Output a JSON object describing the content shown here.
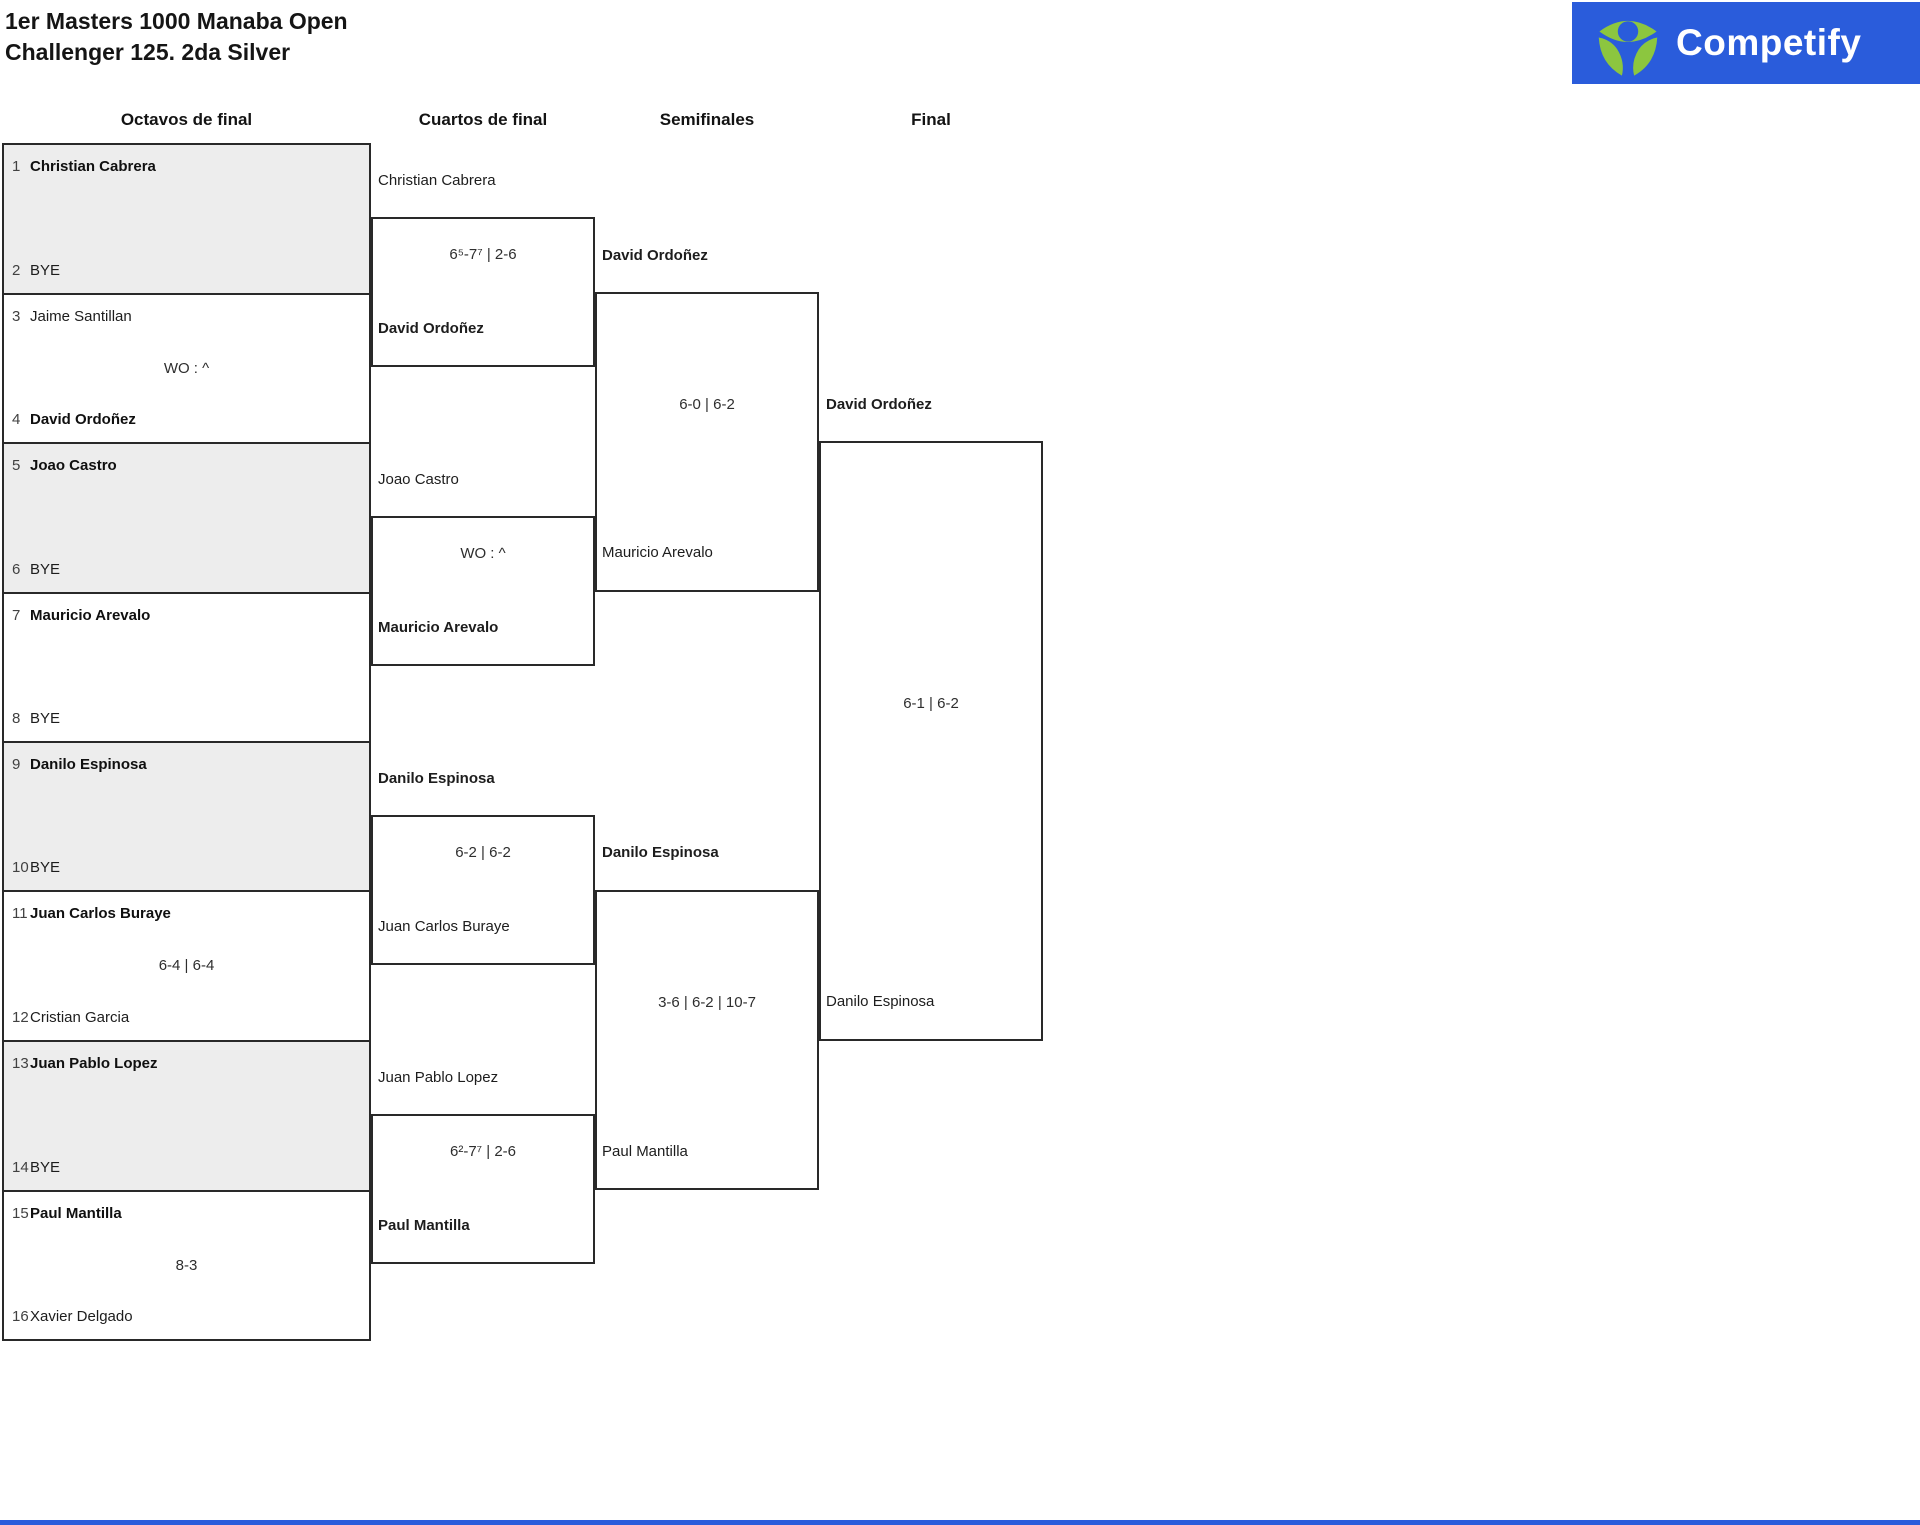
{
  "title": {
    "line1": "1er Masters 1000 Manaba Open",
    "line2": "Challenger 125. 2da Silver"
  },
  "logo": {
    "brand": "Competify",
    "bg_color": "#2A5CDB",
    "icon_green": "#8CC63F",
    "icon": "competify-person-icon"
  },
  "colors": {
    "accent_blue": "#2A5CDB",
    "logo_green": "#8CC63F",
    "alt_row_bg": "#ededed",
    "line": "#292929"
  },
  "rounds": {
    "headers": [
      "Octavos de final",
      "Cuartos de final",
      "Semifinales",
      "Final"
    ]
  },
  "bracket": {
    "r16": [
      {
        "p1": {
          "seed": "1",
          "name": "Christian Cabrera",
          "winner": true
        },
        "score": "",
        "p2": {
          "seed": "2",
          "name": "BYE",
          "winner": false
        }
      },
      {
        "p1": {
          "seed": "3",
          "name": "Jaime Santillan",
          "winner": false
        },
        "score": "WO : ^",
        "p2": {
          "seed": "4",
          "name": "David Ordoñez",
          "winner": true
        }
      },
      {
        "p1": {
          "seed": "5",
          "name": "Joao Castro",
          "winner": true
        },
        "score": "",
        "p2": {
          "seed": "6",
          "name": "BYE",
          "winner": false
        }
      },
      {
        "p1": {
          "seed": "7",
          "name": "Mauricio Arevalo",
          "winner": true
        },
        "score": "",
        "p2": {
          "seed": "8",
          "name": "BYE",
          "winner": false
        }
      },
      {
        "p1": {
          "seed": "9",
          "name": "Danilo Espinosa",
          "winner": true
        },
        "score": "",
        "p2": {
          "seed": "10",
          "name": "BYE",
          "winner": false
        }
      },
      {
        "p1": {
          "seed": "11",
          "name": "Juan Carlos Buraye",
          "winner": true
        },
        "score": "6-4 | 6-4",
        "p2": {
          "seed": "12",
          "name": "Cristian Garcia",
          "winner": false
        }
      },
      {
        "p1": {
          "seed": "13",
          "name": "Juan Pablo Lopez",
          "winner": true
        },
        "score": "",
        "p2": {
          "seed": "14",
          "name": "BYE",
          "winner": false
        }
      },
      {
        "p1": {
          "seed": "15",
          "name": "Paul Mantilla",
          "winner": true
        },
        "score": "8-3",
        "p2": {
          "seed": "16",
          "name": "Xavier Delgado",
          "winner": false
        }
      }
    ],
    "quarterfinals": [
      {
        "p1": {
          "name": "Christian Cabrera",
          "winner": false
        },
        "p2": {
          "name": "David Ordoñez",
          "winner": true
        },
        "score": "6⁵-7⁷ | 2-6"
      },
      {
        "p1": {
          "name": "Joao Castro",
          "winner": false
        },
        "p2": {
          "name": "Mauricio Arevalo",
          "winner": true
        },
        "score": "WO : ^"
      },
      {
        "p1": {
          "name": "Danilo Espinosa",
          "winner": true
        },
        "p2": {
          "name": "Juan Carlos Buraye",
          "winner": false
        },
        "score": "6-2 | 6-2"
      },
      {
        "p1": {
          "name": "Juan Pablo Lopez",
          "winner": false
        },
        "p2": {
          "name": "Paul Mantilla",
          "winner": true
        },
        "score": "6²-7⁷ | 2-6"
      }
    ],
    "semifinals": [
      {
        "p1": {
          "name": "David Ordoñez",
          "winner": true
        },
        "p2": {
          "name": "Mauricio Arevalo",
          "winner": false
        },
        "score": "6-0 | 6-2"
      },
      {
        "p1": {
          "name": "Danilo Espinosa",
          "winner": true
        },
        "p2": {
          "name": "Paul Mantilla",
          "winner": false
        },
        "score": "3-6 | 6-2 | 10-7"
      }
    ],
    "final": {
      "p1": {
        "name": "David Ordoñez",
        "winner": false
      },
      "p2": {
        "name": "Danilo Espinosa",
        "winner": true
      },
      "score": "6-1 | 6-2"
    }
  }
}
